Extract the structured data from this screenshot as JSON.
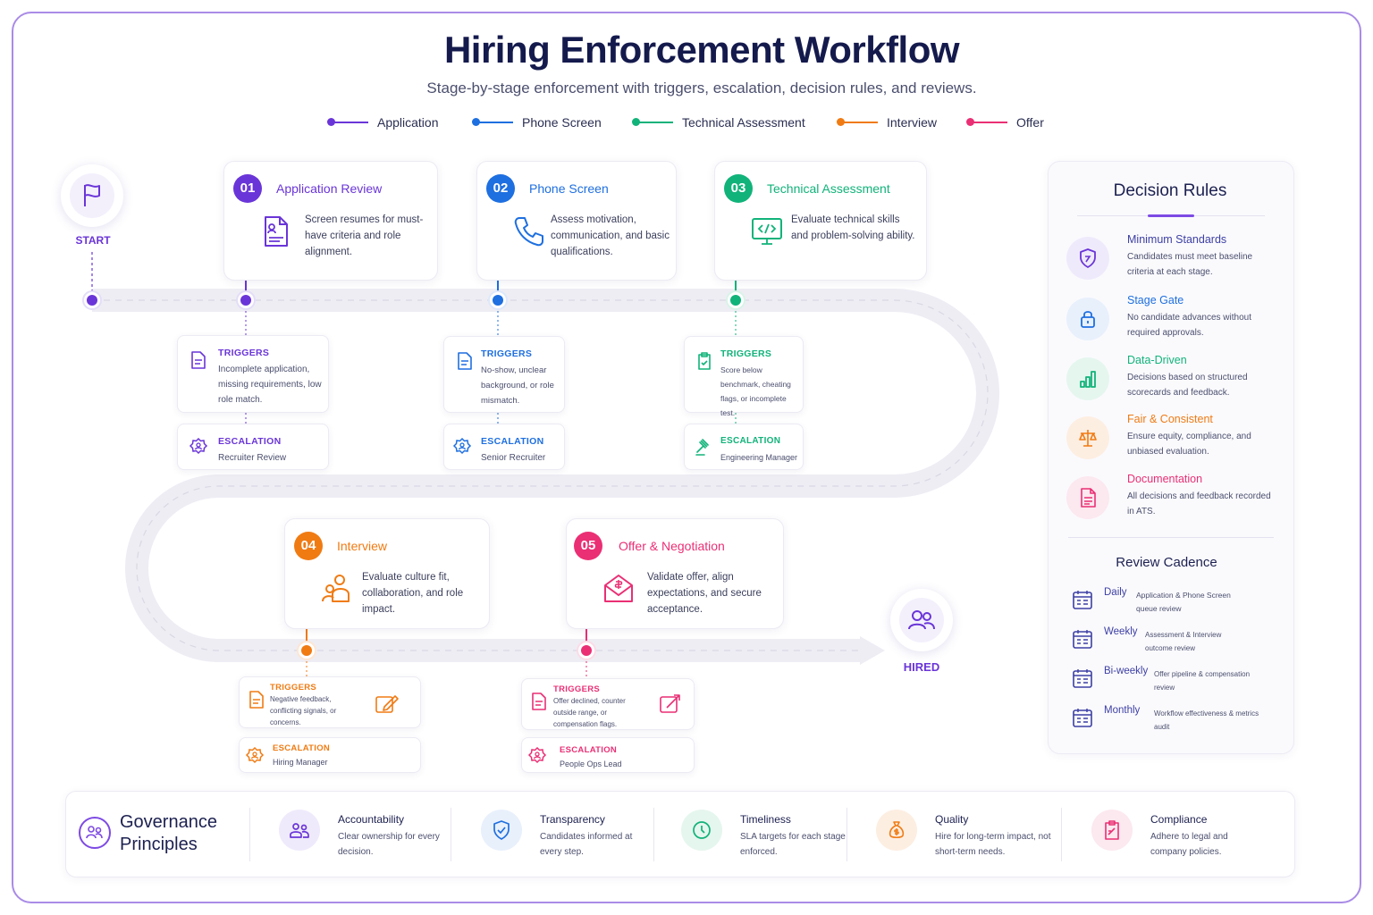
{
  "title": "Hiring Enforcement Workflow",
  "subtitle": "Stage-by-stage enforcement with triggers, escalation, decision rules, and reviews.",
  "legend": [
    {
      "label": "Application",
      "color": "#6a35d8"
    },
    {
      "label": "Phone Screen",
      "color": "#1e6fe0"
    },
    {
      "label": "Technical Assessment",
      "color": "#11b37a"
    },
    {
      "label": "Interview",
      "color": "#f07b13"
    },
    {
      "label": "Offer",
      "color": "#ea2f74"
    }
  ],
  "start": {
    "label": "START",
    "icon": "flag-icon"
  },
  "hired": {
    "label": "HIRED",
    "icon": "people-icon"
  },
  "stages": [
    {
      "num": "01",
      "title": "Application Review",
      "color": "#6a35d8",
      "icon": "resume-icon",
      "desc": "Screen resumes for must-have criteria and role alignment.",
      "triggers_label": "TRIGGERS",
      "triggers": "Incomplete application, missing requirements, low role match.",
      "escalation_label": "ESCALATION",
      "escalation": "Recruiter Review"
    },
    {
      "num": "02",
      "title": "Phone Screen",
      "color": "#1e6fe0",
      "icon": "phone-icon",
      "desc": "Assess motivation, communication, and basic qualifications.",
      "triggers_label": "TRIGGERS",
      "triggers": "No-show, unclear background, or role mismatch.",
      "escalation_label": "ESCALATION",
      "escalation": "Senior Recruiter"
    },
    {
      "num": "03",
      "title": "Technical Assessment",
      "color": "#11b37a",
      "icon": "code-monitor-icon",
      "desc": "Evaluate technical skills and problem-solving ability.",
      "triggers_label": "TRIGGERS",
      "triggers": "Score below benchmark, cheating flags, or incomplete test.",
      "escalation_label": "ESCALATION",
      "escalation": "Engineering Manager"
    },
    {
      "num": "04",
      "title": "Interview",
      "color": "#f07b13",
      "icon": "interview-people-icon",
      "desc": "Evaluate culture fit, collaboration, and role impact.",
      "triggers_label": "TRIGGERS",
      "triggers": "Negative feedback, conflicting signals, or concerns.",
      "escalation_label": "ESCALATION",
      "escalation": "Hiring Manager"
    },
    {
      "num": "05",
      "title": "Offer & Negotiation",
      "color": "#ea2f74",
      "icon": "offer-envelope-icon",
      "desc": "Validate offer, align expectations, and secure acceptance.",
      "triggers_label": "TRIGGERS",
      "triggers": "Offer declined, counter outside range, or compensation flags.",
      "escalation_label": "ESCALATION",
      "escalation": "People Ops Lead"
    }
  ],
  "decision_rules": {
    "title": "Decision Rules",
    "items": [
      {
        "title": "Minimum Standards",
        "desc": "Candidates must meet baseline criteria at each stage.",
        "color": "#6a35d8",
        "bg": "#efeafb",
        "icon": "shield-check-icon"
      },
      {
        "title": "Stage Gate",
        "desc": "No candidate advances without required approvals.",
        "color": "#1e6fe0",
        "bg": "#e8f0fc",
        "icon": "lock-icon"
      },
      {
        "title": "Data-Driven",
        "desc": "Decisions based on structured scorecards and feedback.",
        "color": "#11b37a",
        "bg": "#e5f6ee",
        "icon": "bar-chart-icon"
      },
      {
        "title": "Fair & Consistent",
        "desc": "Ensure equity, compliance, and unbiased evaluation.",
        "color": "#f07b13",
        "bg": "#fdeee2",
        "icon": "scale-icon"
      },
      {
        "title": "Documentation",
        "desc": "All decisions and feedback recorded in ATS.",
        "color": "#ea2f74",
        "bg": "#fce8ef",
        "icon": "document-icon"
      }
    ]
  },
  "review_cadence": {
    "title": "Review Cadence",
    "items": [
      {
        "name": "Daily",
        "desc": "Application & Phone Screen queue review",
        "icon": "calendar-icon"
      },
      {
        "name": "Weekly",
        "desc": "Assessment & Interview outcome review",
        "icon": "calendar-icon"
      },
      {
        "name": "Bi-weekly",
        "desc": "Offer pipeline & compensation review",
        "icon": "calendar-icon"
      },
      {
        "name": "Monthly",
        "desc": "Workflow effectiveness & metrics audit",
        "icon": "calendar-icon"
      }
    ]
  },
  "governance": {
    "title": "Governance Principles",
    "icon": "people-circle-icon",
    "items": [
      {
        "title": "Accountability",
        "desc": "Clear ownership for every decision.",
        "color": "#6a35d8",
        "bg": "#efeafb",
        "icon": "team-icon"
      },
      {
        "title": "Transparency",
        "desc": "Candidates informed at every step.",
        "color": "#1e6fe0",
        "bg": "#e8f0fc",
        "icon": "shield-check-icon"
      },
      {
        "title": "Timeliness",
        "desc": "SLA targets for each stage enforced.",
        "color": "#11b37a",
        "bg": "#e5f6ee",
        "icon": "clock-icon"
      },
      {
        "title": "Quality",
        "desc": "Hire for long-term impact, not short-term needs.",
        "color": "#f07b13",
        "bg": "#fdeee2",
        "icon": "money-bag-icon"
      },
      {
        "title": "Compliance",
        "desc": "Adhere to legal and company policies.",
        "color": "#ea2f74",
        "bg": "#fce8ef",
        "icon": "clipboard-check-icon"
      }
    ]
  }
}
